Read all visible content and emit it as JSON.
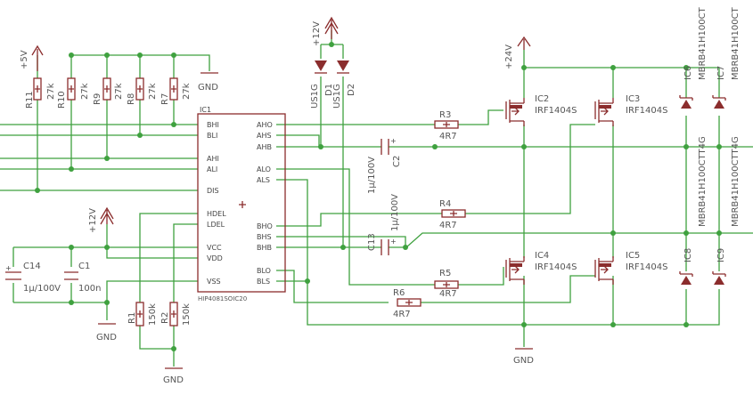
{
  "power_labels": {
    "v5": "+5V",
    "v12_top": "+12V",
    "v12_mid": "+12V",
    "v24": "+24V"
  },
  "gnd_label": "GND",
  "resistor_network": [
    {
      "name": "R11",
      "value": "27k"
    },
    {
      "name": "R10",
      "value": "27k"
    },
    {
      "name": "R9",
      "value": "27k"
    },
    {
      "name": "R8",
      "value": "27k"
    },
    {
      "name": "R7",
      "value": "27k"
    }
  ],
  "ic1": {
    "name": "IC1",
    "part": "HIP4081SOIC20",
    "left_pins": [
      "BHI",
      "BLI",
      "AHI",
      "ALI",
      "DIS",
      "HDEL",
      "LDEL",
      "VCC",
      "VDD",
      "VSS"
    ],
    "right_pins": [
      "AHO",
      "AHS",
      "AHB",
      "ALO",
      "ALS",
      "BHO",
      "BHS",
      "BHB",
      "BLO",
      "BLS"
    ]
  },
  "diodes": [
    {
      "name": "D1",
      "value": "US1G"
    },
    {
      "name": "D2",
      "value": "US1G"
    }
  ],
  "caps": {
    "c2": {
      "name": "C2",
      "value": "1µ/100V"
    },
    "c13": {
      "name": "C13",
      "value": "1µ/100V"
    },
    "c14": {
      "name": "C14",
      "value": "1µ/100V"
    },
    "c1": {
      "name": "C1",
      "value": "100n"
    }
  },
  "gate_resistors": [
    {
      "name": "R3",
      "value": "4R7"
    },
    {
      "name": "R4",
      "value": "4R7"
    },
    {
      "name": "R5",
      "value": "4R7"
    },
    {
      "name": "R6",
      "value": "4R7"
    }
  ],
  "mosfets": [
    {
      "name": "IC2",
      "value": "IRF1404S"
    },
    {
      "name": "IC3",
      "value": "IRF1404S"
    },
    {
      "name": "IC4",
      "value": "IRF1404S"
    },
    {
      "name": "IC5",
      "value": "IRF1404S"
    }
  ],
  "tvs_diodes": [
    {
      "name": "IC6",
      "value": "MBRB41H100CT"
    },
    {
      "name": "IC7",
      "value": "MBRB41H100CT"
    },
    {
      "name": "IC8",
      "value": "MBRB41H100CTT4G"
    },
    {
      "name": "IC9",
      "value": "MBRB41H100CTT4G"
    }
  ],
  "delay_resistors": [
    {
      "name": "R1",
      "value": "150k"
    },
    {
      "name": "R2",
      "value": "150k"
    }
  ]
}
